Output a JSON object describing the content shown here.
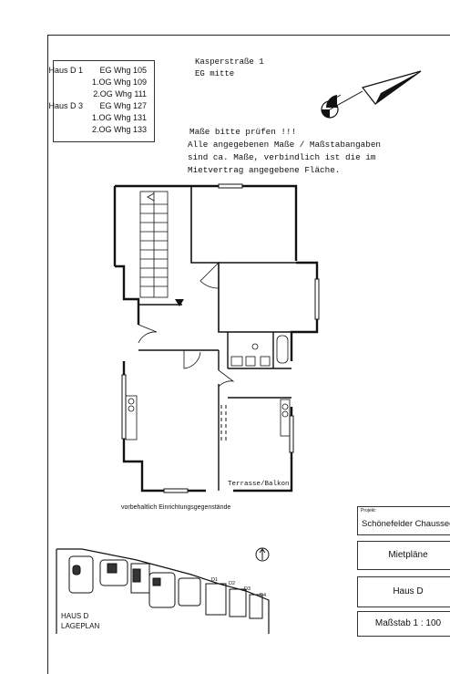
{
  "units": [
    {
      "house": "Haus D 1",
      "floor": "EG",
      "apartment": "Whg 105"
    },
    {
      "house": "",
      "floor": "1.OG",
      "apartment": "Whg 109"
    },
    {
      "house": "",
      "floor": "2.OG",
      "apartment": "Whg 111"
    },
    {
      "house": "Haus D 3",
      "floor": "EG",
      "apartment": "Whg 127"
    },
    {
      "house": "",
      "floor": "1.OG",
      "apartment": "Whg 131"
    },
    {
      "house": "",
      "floor": "2.OG",
      "apartment": "Whg 133"
    }
  ],
  "address": {
    "street": "Kasperstraße 1",
    "location": "EG mitte"
  },
  "notice": {
    "heading": "Maße bitte prüfen !!!",
    "lines": [
      "Alle angegebenen Maße / Maßstabangaben",
      "sind ca. Maße, verbindlich ist die im",
      "Mietvertrag angegebene Fläche."
    ]
  },
  "plan": {
    "terrace_label": "Terrasse/Balkon",
    "furniture_note": "vorbehaltlich Einrichtungsgegenstände"
  },
  "title_block": {
    "project_label": "Projekt:",
    "project_name": "Schönefelder Chaussee",
    "plan_type": "Mietpläne",
    "house": "Haus D",
    "scale": "Maßstab 1 : 100"
  },
  "site_plan": {
    "label_house": "HAUS D",
    "label_type": "LAGEPLAN",
    "building_labels": [
      "D1",
      "D2",
      "D3",
      "D4"
    ]
  },
  "colors": {
    "ink": "#111111",
    "paper": "#ffffff"
  },
  "icons": [
    "north-arrow-icon",
    "site-north-arrow-icon",
    "stair-arrow-icon"
  ]
}
